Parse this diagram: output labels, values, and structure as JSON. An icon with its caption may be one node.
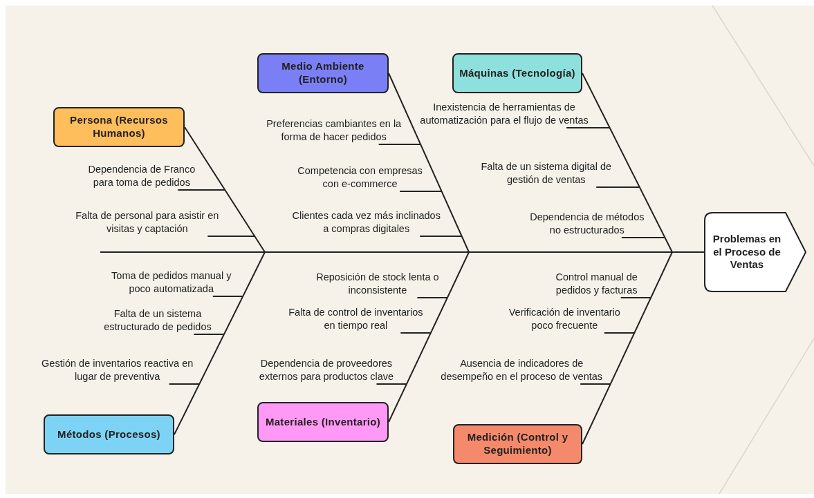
{
  "diagram": {
    "nodes": [
      {
        "text": [
          "Persona (Recursos Humanos)"
        ]
      },
      {
        "text": [
          "Dependencia de Franco para toma de pedidos"
        ]
      },
      {
        "text": [
          "Falta de personal para asistir en visitas y captación"
        ]
      },
      {
        "text": [
          "Medio Ambiente (Entorno)"
        ]
      },
      {
        "text": [
          "Preferencias cambiantes en la forma de hacer pedidos"
        ]
      },
      {
        "text": [
          "Competencia con empresas con e-commerce"
        ]
      },
      {
        "text": [
          "Clientes cada vez más inclinados a compras digitales"
        ]
      },
      {
        "text": [
          "Máquinas (Tecnología)"
        ]
      },
      {
        "text": [
          "Inexistencia de herramientas de automatización para el flujo de ventas"
        ]
      },
      {
        "text": [
          "Falta de un sistema digital de gestión de ventas"
        ]
      },
      {
        "text": [
          "Dependencia de métodos no estructurados"
        ]
      },
      {
        "text": [
          "Problemas en el Proceso de Ventas"
        ]
      },
      {
        "text": [
          "Métodos (Procesos)"
        ]
      },
      {
        "text": [
          "Toma de pedidos manual y poco automatizada"
        ]
      },
      {
        "text": [
          "Falta de un sistema estructurado de pedidos"
        ]
      },
      {
        "text": [
          "Gestión de inventarios reactiva en lugar de preventiva"
        ]
      },
      {
        "text": [
          "Materiales (Inventario)"
        ]
      },
      {
        "text": [
          "Reposición de stock lenta o inconsistente"
        ]
      },
      {
        "text": [
          "Falta de control de inventarios en tiempo real"
        ]
      },
      {
        "text": [
          "Dependencia de proveedores externos para productos clave"
        ]
      },
      {
        "text": [
          "Medición (Control y Seguimiento)"
        ]
      },
      {
        "text": [
          "Control manual de pedidos y facturas"
        ]
      },
      {
        "text": [
          "Verificación de inventario poco frecuente"
        ]
      },
      {
        "text": [
          "Ausencia de indicadores de desempeño en el proceso de ventas"
        ]
      }
    ],
    "edges": [
      {
        "from": null,
        "to": 11,
        "arrow": "none"
      },
      {
        "from": 0,
        "to": null,
        "arrow": "none"
      },
      {
        "from": 3,
        "to": null,
        "arrow": "none"
      },
      {
        "from": 7,
        "to": null,
        "arrow": "none"
      },
      {
        "from": 12,
        "to": null,
        "arrow": "none"
      },
      {
        "from": 16,
        "to": null,
        "arrow": "none"
      },
      {
        "from": 20,
        "to": null,
        "arrow": "none"
      },
      {
        "from": 1,
        "to": null,
        "arrow": "none"
      },
      {
        "from": 2,
        "to": null,
        "arrow": "none"
      },
      {
        "from": 4,
        "to": null,
        "arrow": "none"
      },
      {
        "from": 5,
        "to": null,
        "arrow": "none"
      },
      {
        "from": 6,
        "to": null,
        "arrow": "none"
      },
      {
        "from": 8,
        "to": null,
        "arrow": "none"
      },
      {
        "from": 9,
        "to": null,
        "arrow": "none"
      },
      {
        "from": 10,
        "to": null,
        "arrow": "none"
      },
      {
        "from": 13,
        "to": null,
        "arrow": "none"
      },
      {
        "from": 14,
        "to": null,
        "arrow": "none"
      },
      {
        "from": 15,
        "to": null,
        "arrow": "none"
      },
      {
        "from": 17,
        "to": null,
        "arrow": "none"
      },
      {
        "from": 18,
        "to": null,
        "arrow": "none"
      },
      {
        "from": 19,
        "to": null,
        "arrow": "none"
      },
      {
        "from": 21,
        "to": null,
        "arrow": "none"
      },
      {
        "from": 22,
        "to": null,
        "arrow": "none"
      },
      {
        "from": 23,
        "to": null,
        "arrow": "none"
      }
    ]
  }
}
